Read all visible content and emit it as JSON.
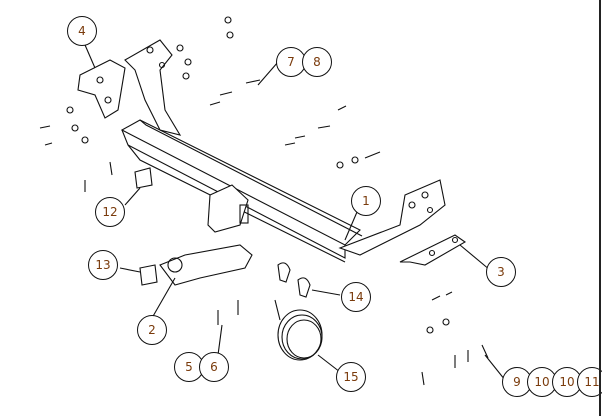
{
  "diagram": {
    "type": "exploded-parts-view",
    "label_color": "#7a3b0c",
    "callouts": [
      {
        "id": "c4",
        "label": "4"
      },
      {
        "id": "c7",
        "label": "7"
      },
      {
        "id": "c8",
        "label": "8"
      },
      {
        "id": "c1",
        "label": "1"
      },
      {
        "id": "c12",
        "label": "12"
      },
      {
        "id": "c3",
        "label": "3"
      },
      {
        "id": "c13",
        "label": "13"
      },
      {
        "id": "c14",
        "label": "14"
      },
      {
        "id": "c2",
        "label": "2"
      },
      {
        "id": "c5",
        "label": "5"
      },
      {
        "id": "c6",
        "label": "6"
      },
      {
        "id": "c15",
        "label": "15"
      },
      {
        "id": "c9",
        "label": "9"
      },
      {
        "id": "c10a",
        "label": "10"
      },
      {
        "id": "c10b",
        "label": "10"
      },
      {
        "id": "c11",
        "label": "11"
      }
    ]
  }
}
